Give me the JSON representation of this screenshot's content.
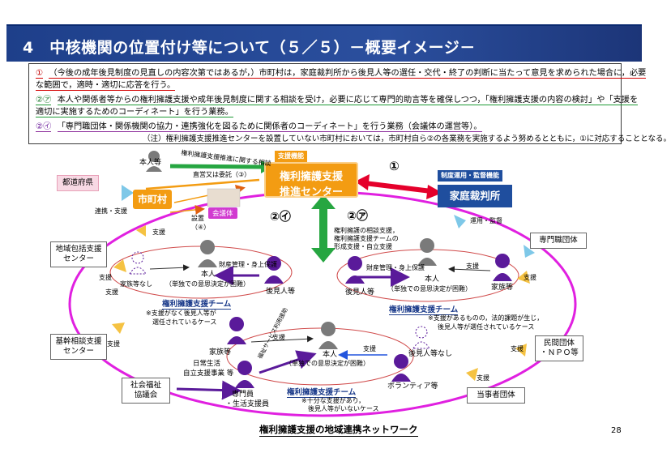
{
  "title": "4　中核機関の位置付け等について（５／５）－概要イメージ－",
  "notice": {
    "line1_num": "①",
    "line1_text": "（今後の成年後見制度の見直しの内容次第ではあるが，）市町村は，家庭裁判所から後見人等の選任・交代・終了の判断に当たって意見を求められた場合に，必要",
    "line1b_text": "な範囲で，適時・適切に応答を行う。",
    "line2_num": "②㋐",
    "line2_text": "本人や関係者等からの権利擁護支援や成年後見制度に関する相談を受け，必要に応じて専門的助言等を確保しつつ，「権利擁護支援の内容の検討」や「支援を",
    "line2b_text": "適切に実施するためのコーディネート」を行う業務。",
    "line3_num": "②㋑",
    "line3_text": "「専門職団体・関係機関の協力・連携強化を図るために関係者のコーディネート」を行う業務（会議体の運営等）。",
    "note": "（注）権利擁護支援推進センターを設置していない市町村においては，市町村自ら②の各業務を実施するよう努めるとともに，①に対応することとなる。"
  },
  "diagram": {
    "center_tag": "支援機能",
    "center_name_1": "権利擁護支援",
    "center_name_2": "推進センター",
    "court_tag": "制度運用・監督機能",
    "court_name": "家庭裁判所",
    "circle_1": "①",
    "circle_2a": "②㋐",
    "circle_2i": "②㋑",
    "municipality": "市町村",
    "council": "会議体",
    "prefecture": "都道府県",
    "honnin_top": "本人等",
    "consult_label": "権利擁護支援推進に関する相談",
    "commission_label": "直営又は委託（③）",
    "setup_label": "設置",
    "setup_num": "（④）",
    "coop_support": "連携・支援",
    "operate_support": "運用・監督",
    "support": "支援",
    "center_desc": [
      "権利擁護の相談支援，",
      "権利擁護支援チームの",
      "形成支援・自立支援"
    ],
    "left_team": {
      "finance": "財産管理・身上保護",
      "person": "本人",
      "person_note": "（単独での意思決定が困難）",
      "guardian": "後見人等",
      "no_family": "家族等なし",
      "team": "権利擁護支援チーム",
      "desc": [
        "※支援がなく後見人等が",
        "選任されているケース"
      ]
    },
    "right_team": {
      "finance": "財産管理・身上保護",
      "person": "本人",
      "person_note": "（単独での意思決定が困難）",
      "guardian": "後見人等",
      "family": "家族等",
      "team": "権利擁護支援チーム",
      "desc": [
        "※支援があるものの，法的課題が生じ，",
        "後見人等が選任されているケース"
      ]
    },
    "bottom_team": {
      "person": "本人",
      "person_note": "（単独での意思決定が困難）",
      "family": "家族等",
      "no_guardian": "後見人等なし",
      "volunteer": "ボランティア等",
      "welfare_use": "福祉サービス利用援助",
      "daily": "日常生活",
      "independence": "自立支援事業 等",
      "specialist": "専門員",
      "life_supporter": "・生活支援員",
      "team": "権利擁護支援チーム",
      "desc": [
        "※十分な支援があり，",
        "後見人等がいないケース"
      ]
    },
    "outer": {
      "community": [
        "地域包括支援",
        "センター"
      ],
      "basic": [
        "基幹相談支援",
        "センター"
      ],
      "social_welfare": [
        "社会福祉",
        "協議会"
      ],
      "professional": "専門職団体",
      "private": [
        "民間団体",
        "・ＮＰＯ等"
      ],
      "party": "当事者団体"
    },
    "footer": "権利擁護支援の地域連携ネットワーク"
  },
  "page_number": "28",
  "colors": {
    "title_bg": "#1e3f8a",
    "center_orange": "#f39c12",
    "court_blue": "#1f4e9e",
    "ring_magenta": "#e020e0",
    "arrow_red": "#e5002b",
    "arrow_green": "#26a641",
    "person_purple": "#5a1a9a",
    "person_gray": "#7a7a7a"
  }
}
